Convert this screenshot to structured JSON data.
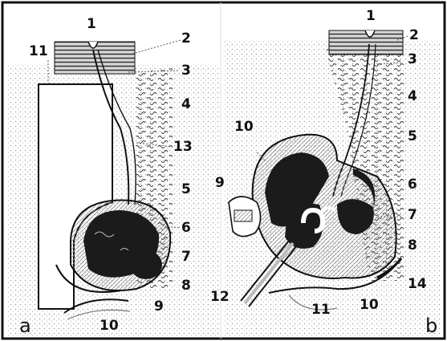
{
  "panel_a": {
    "letter": "a",
    "labels": {
      "l1": "1",
      "l2": "2",
      "l3": "3",
      "l4": "4",
      "l5": "5",
      "l6": "6",
      "l7": "7",
      "l8": "8",
      "l9": "9",
      "l10": "10",
      "l11": "11",
      "l13": "13"
    }
  },
  "panel_b": {
    "letter": "b",
    "labels": {
      "l1": "1",
      "l2": "2",
      "l3": "3",
      "l4": "4",
      "l5": "5",
      "l6": "6",
      "l7": "7",
      "l8": "8",
      "l9": "9",
      "l10a": "10",
      "l10b": "10",
      "l11": "11",
      "l12": "12",
      "l14": "14"
    }
  },
  "colors": {
    "ink": "#111111",
    "tissue": "#8a8a8a",
    "stipple": "#c9c9c9",
    "cell_mass": "#1b1b1b"
  }
}
